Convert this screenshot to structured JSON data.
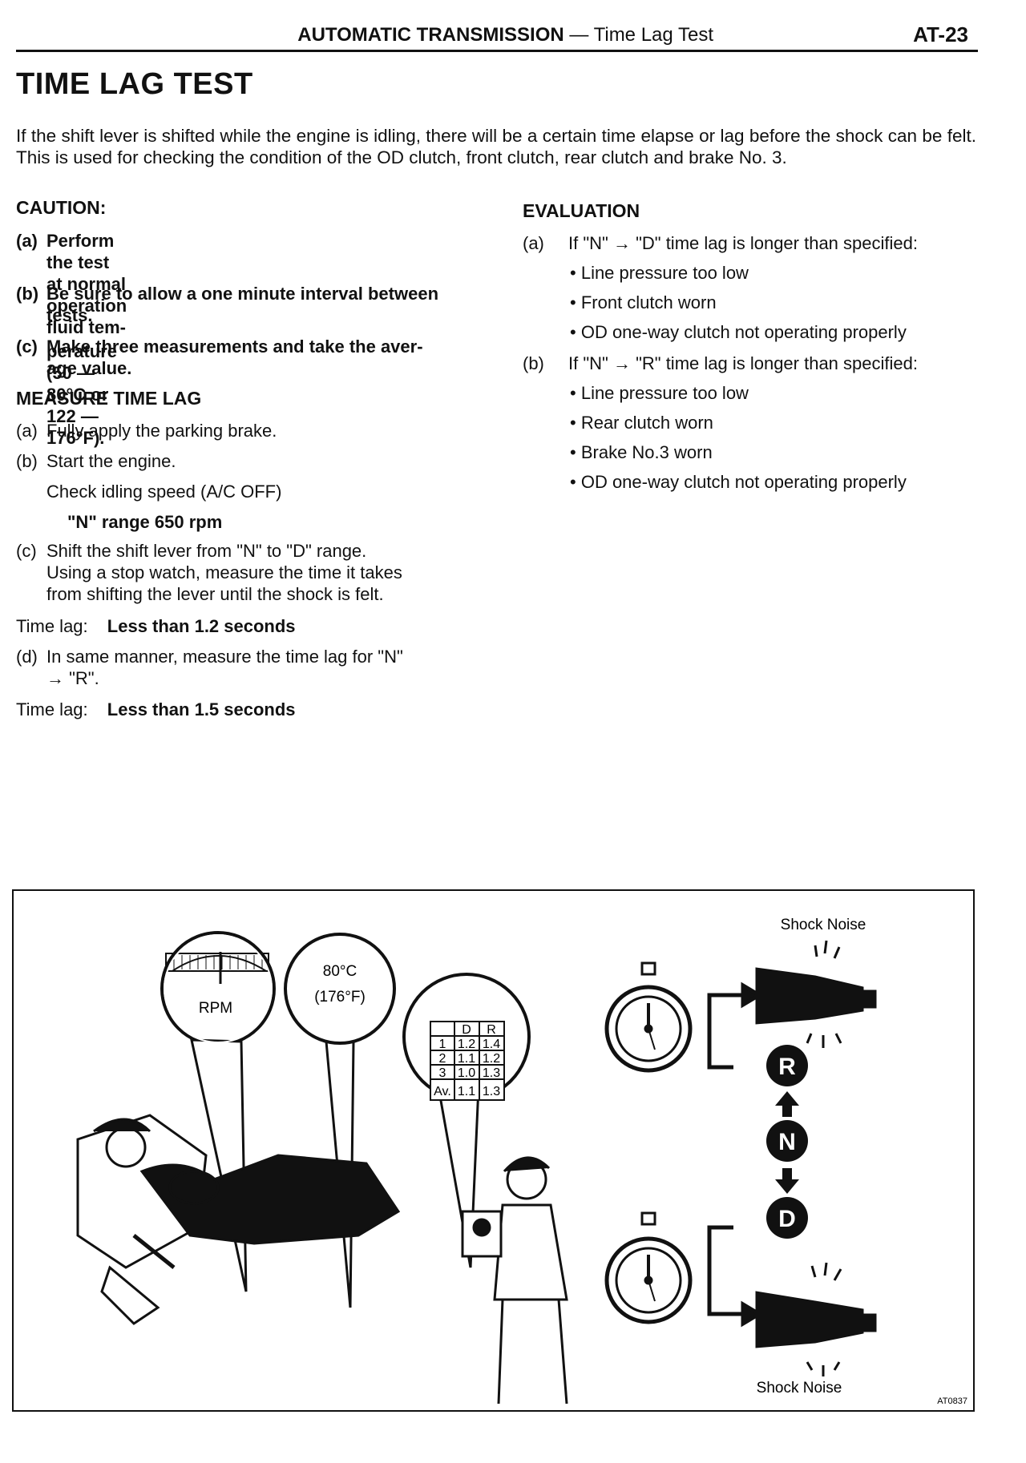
{
  "header": {
    "title_bold": "AUTOMATIC TRANSMISSION",
    "title_rest": " — Time Lag Test",
    "page": "AT-23"
  },
  "title": "TIME LAG TEST",
  "intro": "If the shift lever is shifted while the engine is idling, there will be a certain time elapse or lag before the shock can be felt. This is used for checking the condition of the OD clutch, front clutch, rear clutch and brake No. 3.",
  "caution": {
    "heading": "CAUTION:",
    "items": [
      {
        "label": "(a)",
        "line1": "Perform the test at normal operation fluid tem-",
        "line2": "perature (50 — 80°C or 122 — 176°F)."
      },
      {
        "label": "(b)",
        "line1": "Be sure to allow a one minute interval between",
        "line2": "tests."
      },
      {
        "label": "(c)",
        "line1": "Make three measurements and take the aver-",
        "line2": "age value."
      }
    ]
  },
  "measure": {
    "heading": "MEASURE TIME LAG",
    "a": {
      "label": "(a)",
      "text": "Fully apply the parking brake."
    },
    "b": {
      "label": "(b)",
      "text": "Start the engine.",
      "check": "Check idling speed (A/C OFF)",
      "spec": "\"N\" range 650 rpm"
    },
    "c": {
      "label": "(c)",
      "line1": "Shift the shift lever from \"N\" to \"D\" range.",
      "line2": "Using a stop watch, measure the time it takes",
      "line3": "from shifting the lever until the shock is felt."
    },
    "lag1": {
      "label": "Time lag:",
      "value": "Less than 1.2 seconds"
    },
    "d": {
      "label": "(d)",
      "line1": "In same manner, measure the time lag for \"N\"",
      "line2": "→ \"R\"."
    },
    "lag2": {
      "label": "Time lag:",
      "value": "Less than 1.5 seconds"
    }
  },
  "evaluation": {
    "heading": "EVALUATION",
    "a": {
      "label": "(a)",
      "text": "If \"N\" → \"D\" time lag is longer than specified:",
      "bullets": [
        "Line pressure too low",
        "Front clutch worn",
        "OD one-way clutch not operating properly"
      ]
    },
    "b": {
      "label": "(b)",
      "text": "If \"N\" → \"R\" time lag is longer than specified:",
      "bullets": [
        "Line pressure too low",
        "Rear clutch worn",
        "Brake No.3 worn",
        "OD one-way clutch not operating properly"
      ]
    }
  },
  "figure": {
    "rpm_label": "RPM",
    "temp_c": "80°C",
    "temp_f": "(176°F)",
    "table": {
      "headers": [
        "",
        "D",
        "R"
      ],
      "rows": [
        [
          "1",
          "1.2",
          "1.4"
        ],
        [
          "2",
          "1.1",
          "1.2"
        ],
        [
          "3",
          "1.0",
          "1.3"
        ],
        [
          "Av.",
          "1.1",
          "1.3"
        ]
      ]
    },
    "shock_top": "Shock Noise",
    "shock_bottom": "Shock Noise",
    "ranges": [
      "R",
      "N",
      "D"
    ],
    "code": "AT0837"
  }
}
